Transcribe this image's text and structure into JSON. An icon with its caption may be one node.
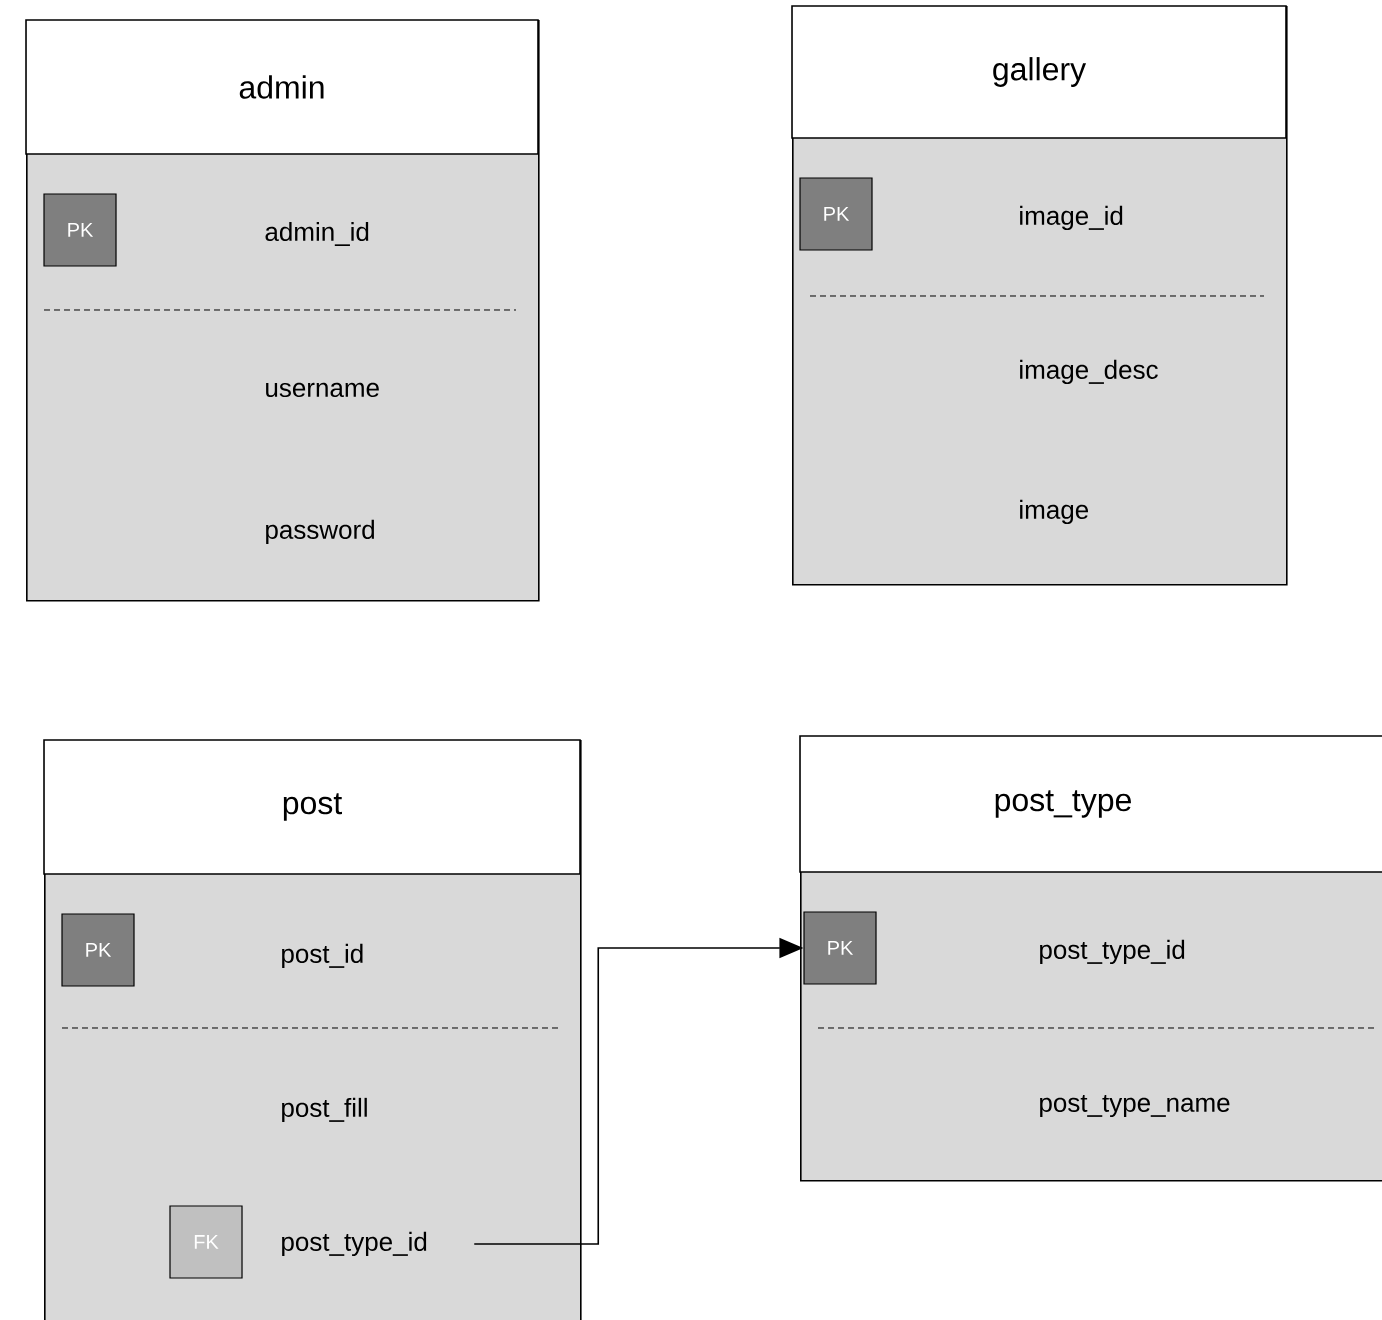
{
  "diagram": {
    "nodes": [
      {
        "text": [
          "admin"
        ]
      },
      {
        "text": [
          "PK"
        ],
        "in": 0
      },
      {
        "text": [
          "admin_id"
        ],
        "in": 0
      },
      {
        "text": [
          "username"
        ],
        "in": 0
      },
      {
        "text": [
          "password"
        ],
        "in": 0
      },
      {
        "text": [
          "gallery"
        ]
      },
      {
        "text": [
          "PK"
        ],
        "in": 5
      },
      {
        "text": [
          "image_id"
        ],
        "in": 5
      },
      {
        "text": [
          "image_desc"
        ],
        "in": 5
      },
      {
        "text": [
          "image"
        ],
        "in": 5
      },
      {
        "text": [
          "post"
        ]
      },
      {
        "text": [
          "PK"
        ],
        "in": 10
      },
      {
        "text": [
          "post_id"
        ],
        "in": 10
      },
      {
        "text": [
          "post_fill"
        ],
        "in": 10
      },
      {
        "text": [
          "FK"
        ],
        "in": 10
      },
      {
        "text": [
          "post_type_id"
        ],
        "in": 10
      },
      {
        "text": [
          "post_type"
        ]
      },
      {
        "text": [
          "PK"
        ],
        "in": 16
      },
      {
        "text": [
          "post_type_id"
        ],
        "in": 16
      },
      {
        "text": [
          "post_type_name"
        ],
        "in": 16
      }
    ],
    "edges": [
      {
        "from": 15,
        "to": 17,
        "arrow": "to"
      }
    ]
  }
}
